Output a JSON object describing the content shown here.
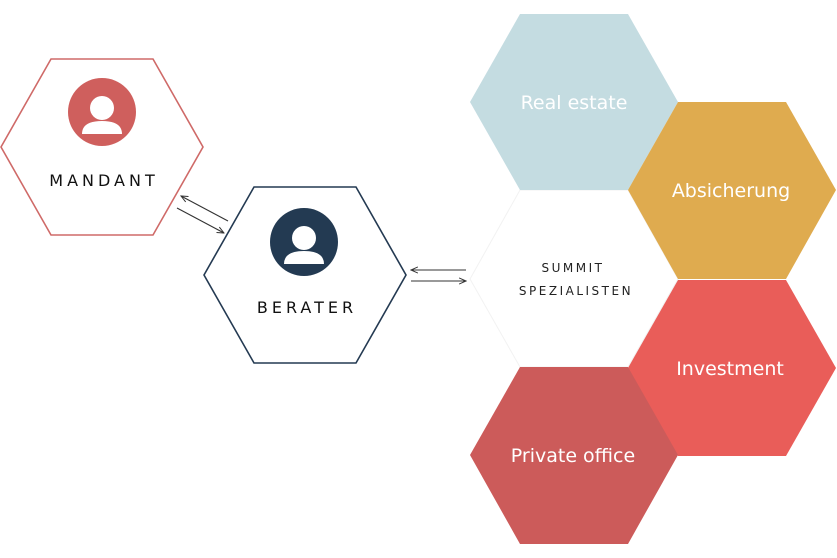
{
  "mandant": {
    "label": "MANDANT",
    "stroke": "#cf6a68",
    "icon_color": "#cf5f5d"
  },
  "berater": {
    "label": "BERATER",
    "stroke": "#243a52",
    "icon_color": "#233a52"
  },
  "summit": {
    "line1": "SUMMIT",
    "line2": "SPEZIALISTEN"
  },
  "specialists": {
    "real_estate": {
      "label": "Real estate",
      "color": "#c4dce1"
    },
    "absicherung": {
      "label": "Absicherung",
      "color": "#dfab4f"
    },
    "investment": {
      "label": "Investment",
      "color": "#e95d59"
    },
    "private_office": {
      "label": "Private office",
      "color": "#cc5b5a"
    }
  }
}
